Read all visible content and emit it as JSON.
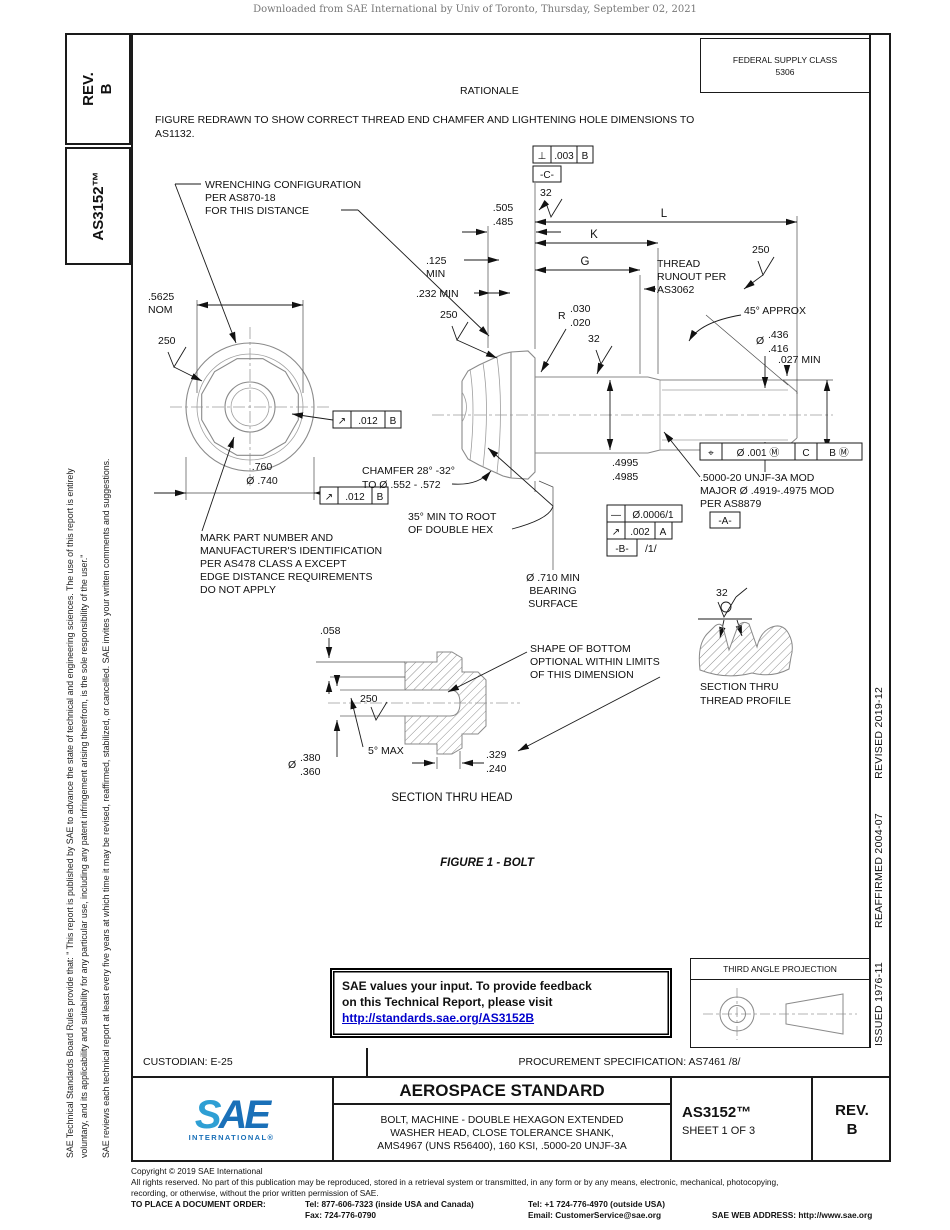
{
  "watermark": "Downloaded from SAE International by Univ of Toronto, Thursday, September 02, 2021",
  "sidebar_left": {
    "rev_label": "REV.",
    "rev_value": "B",
    "doc_number": "AS3152™",
    "disclaimer_1a": "SAE Technical Standards Board Rules provide that: \" This report is published by SAE to advance the state of technical and engineering sciences. The use of this report is entirely",
    "disclaimer_1b": "voluntary, and its applicability and suitability for any particular use, including any patent infringement arising therefrom, is the sole responsibility of the user.\"",
    "disclaimer_2": "SAE reviews each technical report at least every five years at which time it may be revised, reaffirmed, stabilized, or cancelled. SAE invites your written comments and suggestions."
  },
  "sidebar_right": {
    "issued": "ISSUED 1976-11",
    "reaffirmed": "REAFFIRMED 2004-07",
    "revised": "REVISED 2019-12"
  },
  "header": {
    "fsc_line1": "FEDERAL SUPPLY CLASS",
    "fsc_line2": "5306",
    "rationale_title": "RATIONALE",
    "rationale_line1": "FIGURE REDRAWN TO SHOW CORRECT THREAD END CHAMFER AND LIGHTENING HOLE DIMENSIONS TO",
    "rationale_line2": "AS1132."
  },
  "figure": {
    "caption": "FIGURE 1 - BOLT",
    "labels": {
      "wrenching": [
        "WRENCHING CONFIGURATION",
        "PER AS870-18",
        "FOR THIS DISTANCE"
      ],
      "fcf_perp_sym": "⊥",
      "fcf_perp_tol": ".003",
      "fcf_perp_datum": "B",
      "datum_c": "-C-",
      "datum_a": "-A-",
      "datum_b": "-B-",
      "note1": "/1/",
      "f32": "32",
      "f250": "250",
      "d505": ".505",
      "d485": ".485",
      "L": "L",
      "K": "K",
      "G": "G",
      "d125": ".125",
      "min": "MIN",
      "d232": ".232 MIN",
      "runout": [
        "THREAD",
        "RUNOUT PER",
        "AS3062"
      ],
      "a45": "45° APPROX",
      "dia": "Ø",
      "d436": ".436",
      "d416": ".416",
      "d027": ".027 MIN",
      "d5625": ".5625",
      "nom": "NOM",
      "fcf_ro_sym": "↗",
      "fcf_ro_tol": ".012",
      "fcf_ro_datum": "B",
      "d760": ".760",
      "d740": "Ø .740",
      "chamfer": [
        "CHAMFER 28° -32°",
        "TO Ø .552 - .572"
      ],
      "root35": [
        "35° MIN TO ROOT",
        "OF DOUBLE HEX"
      ],
      "mark": [
        "MARK PART NUMBER AND",
        "MANUFACTURER'S IDENTIFICATION",
        "PER AS478 CLASS A EXCEPT",
        "EDGE DISTANCE REQUIREMENTS",
        "DO NOT APPLY"
      ],
      "d4995": ".4995",
      "d4985": ".4985",
      "pos_sym": "⌖",
      "pos_tol": "Ø .001 Ⓜ",
      "pos_d1": "C",
      "pos_d2": "B Ⓜ",
      "spec": [
        ".5000-20 UNJF-3A MOD",
        "MAJOR Ø .4919-.4975 MOD",
        "PER AS8879"
      ],
      "st_sym": "—",
      "st_tol": "Ø.0006/1",
      "ro2_sym": "↗",
      "ro2_tol": ".002",
      "ro2_datum": "A",
      "bearing": [
        "Ø .710 MIN",
        "BEARING",
        "SURFACE"
      ],
      "rr": "R",
      "r030": ".030",
      "r020": ".020",
      "d058": ".058",
      "d380": ".380",
      "d360": ".360",
      "f5max": "5° MAX",
      "d329": ".329",
      "d240": ".240",
      "shape": [
        "SHAPE OF BOTTOM",
        "OPTIONAL WITHIN LIMITS",
        "OF THIS DIMENSION"
      ],
      "sec_head": "SECTION THRU HEAD",
      "sec_thread": [
        "SECTION THRU",
        "THREAD PROFILE"
      ]
    }
  },
  "feedback": {
    "line1": "SAE values your input. To provide feedback",
    "line2": "on this Technical Report, please visit",
    "url": "http://standards.sae.org/AS3152B"
  },
  "projection": {
    "title": "THIRD ANGLE PROJECTION"
  },
  "footer": {
    "custodian": "CUSTODIAN: E-25",
    "procurement": "PROCUREMENT SPECIFICATION: AS7461 /8/",
    "standard_type": "AEROSPACE STANDARD",
    "title_line1": "BOLT, MACHINE - DOUBLE HEXAGON EXTENDED",
    "title_line2": "WASHER HEAD, CLOSE TOLERANCE SHANK,",
    "title_line3": "AMS4967 (UNS R56400), 160 KSI, .5000-20 UNJF-3A",
    "doc_number": "AS3152™",
    "sheet": "SHEET 1 OF 3",
    "rev_label": "REV.",
    "rev_value": "B",
    "logo_s": "S",
    "logo_ae": "AE",
    "logo_sub": "INTERNATIONAL®"
  },
  "copyright": {
    "line1": "Copyright © 2019 SAE International",
    "line2": "All rights reserved. No part of this publication may be reproduced, stored in a retrieval system or transmitted, in any form or by any means, electronic, mechanical, photocopying,",
    "line3": "recording, or otherwise, without the prior written permission of SAE.",
    "order_label": "TO PLACE A DOCUMENT ORDER:",
    "tel1": "Tel: 877-606-7323 (inside USA and Canada)",
    "tel2": "Tel: +1 724-776-4970 (outside USA)",
    "fax": "Fax: 724-776-0790",
    "email": "Email: CustomerService@sae.org",
    "web": "SAE WEB ADDRESS: http://www.sae.org"
  },
  "colors": {
    "accent_blue": "#1a70b8",
    "logo_light_blue": "#2e9fd4",
    "link_blue": "#0000cc"
  }
}
